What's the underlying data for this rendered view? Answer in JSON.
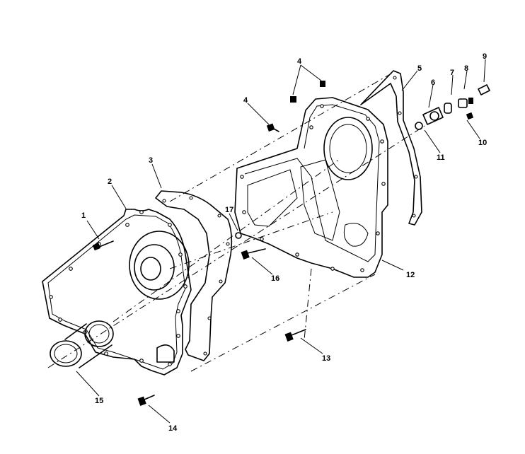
{
  "callouts": [
    {
      "id": "1",
      "label": "1"
    },
    {
      "id": "2",
      "label": "2"
    },
    {
      "id": "3",
      "label": "3"
    },
    {
      "id": "4a",
      "label": "4"
    },
    {
      "id": "4b",
      "label": "4"
    },
    {
      "id": "5",
      "label": "5"
    },
    {
      "id": "6",
      "label": "6"
    },
    {
      "id": "7",
      "label": "7"
    },
    {
      "id": "8",
      "label": "8"
    },
    {
      "id": "9",
      "label": "9"
    },
    {
      "id": "10",
      "label": "10"
    },
    {
      "id": "11",
      "label": "11"
    },
    {
      "id": "12",
      "label": "12"
    },
    {
      "id": "13",
      "label": "13"
    },
    {
      "id": "14",
      "label": "14"
    },
    {
      "id": "15",
      "label": "15"
    },
    {
      "id": "16",
      "label": "16"
    },
    {
      "id": "17",
      "label": "17"
    }
  ]
}
